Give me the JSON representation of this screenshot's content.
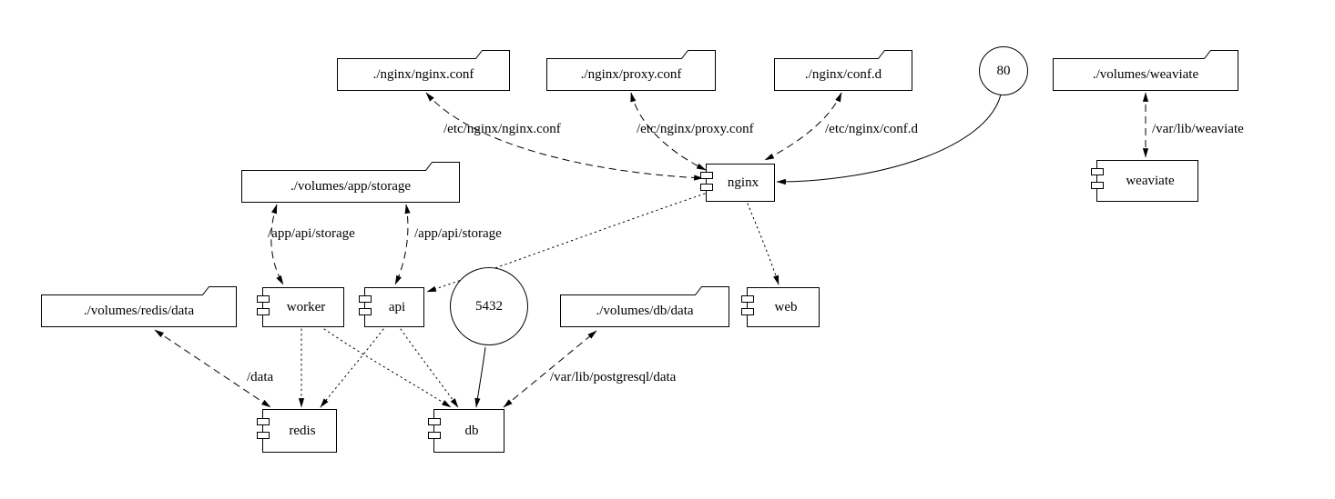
{
  "diagram": {
    "kind": "docker-compose service graph (graphviz)",
    "background_color": "#ffffff",
    "stroke_color": "#000000"
  },
  "nodes": {
    "volumes": [
      {
        "label": "./nginx/nginx.conf"
      },
      {
        "label": "./nginx/proxy.conf"
      },
      {
        "label": "./nginx/conf.d"
      },
      {
        "label": "./volumes/weaviate"
      },
      {
        "label": "./volumes/app/storage"
      },
      {
        "label": "./volumes/redis/data"
      },
      {
        "label": "./volumes/db/data"
      }
    ],
    "services": [
      {
        "label": "nginx"
      },
      {
        "label": "weaviate"
      },
      {
        "label": "worker"
      },
      {
        "label": "api"
      },
      {
        "label": "web"
      },
      {
        "label": "redis"
      },
      {
        "label": "db"
      }
    ],
    "ports": [
      {
        "label": "80"
      },
      {
        "label": "5432"
      }
    ]
  },
  "edges": [
    {
      "from": "nginx",
      "to": "./nginx/nginx.conf",
      "label": "/etc/nginx/nginx.conf",
      "kind": "volume-mount",
      "style": "dashed",
      "direction": "both"
    },
    {
      "from": "nginx",
      "to": "./nginx/proxy.conf",
      "label": "/etc/nginx/proxy.conf",
      "kind": "volume-mount",
      "style": "dashed",
      "direction": "both"
    },
    {
      "from": "nginx",
      "to": "./nginx/conf.d",
      "label": "/etc/nginx/conf.d",
      "kind": "volume-mount",
      "style": "dashed",
      "direction": "both"
    },
    {
      "from": "80",
      "to": "nginx",
      "label": "",
      "kind": "port-mapping",
      "style": "solid",
      "direction": "forward"
    },
    {
      "from": "weaviate",
      "to": "./volumes/weaviate",
      "label": "/var/lib/weaviate",
      "kind": "volume-mount",
      "style": "dashed",
      "direction": "both"
    },
    {
      "from": "worker",
      "to": "./volumes/app/storage",
      "label": "/app/api/storage",
      "kind": "volume-mount",
      "style": "dashed",
      "direction": "both"
    },
    {
      "from": "api",
      "to": "./volumes/app/storage",
      "label": "/app/api/storage",
      "kind": "volume-mount",
      "style": "dashed",
      "direction": "both"
    },
    {
      "from": "nginx",
      "to": "api",
      "label": "",
      "kind": "depends-on",
      "style": "dotted",
      "direction": "forward"
    },
    {
      "from": "nginx",
      "to": "web",
      "label": "",
      "kind": "depends-on",
      "style": "dotted",
      "direction": "forward"
    },
    {
      "from": "worker",
      "to": "redis",
      "label": "",
      "kind": "depends-on",
      "style": "dotted",
      "direction": "forward"
    },
    {
      "from": "worker",
      "to": "db",
      "label": "",
      "kind": "depends-on",
      "style": "dotted",
      "direction": "forward"
    },
    {
      "from": "api",
      "to": "redis",
      "label": "",
      "kind": "depends-on",
      "style": "dotted",
      "direction": "forward"
    },
    {
      "from": "api",
      "to": "db",
      "label": "",
      "kind": "depends-on",
      "style": "dotted",
      "direction": "forward"
    },
    {
      "from": "redis",
      "to": "./volumes/redis/data",
      "label": "/data",
      "kind": "volume-mount",
      "style": "dashed",
      "direction": "both"
    },
    {
      "from": "db",
      "to": "./volumes/db/data",
      "label": "/var/lib/postgresql/data",
      "kind": "volume-mount",
      "style": "dashed",
      "direction": "both"
    },
    {
      "from": "5432",
      "to": "db",
      "label": "",
      "kind": "port-mapping",
      "style": "solid",
      "direction": "forward"
    }
  ]
}
